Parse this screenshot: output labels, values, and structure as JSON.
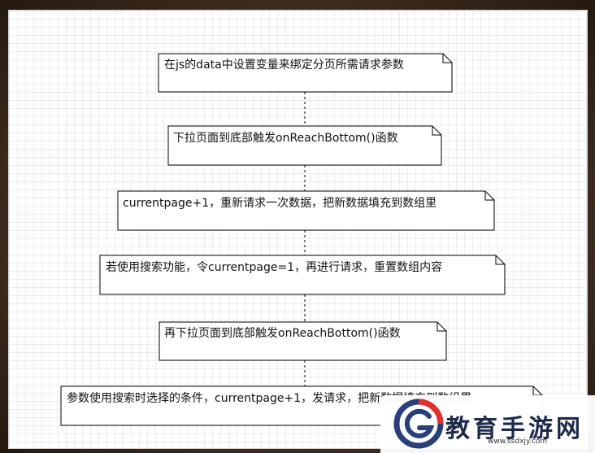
{
  "diagram": {
    "notes": [
      {
        "text": "在js的data中设置变量来绑定分页所需请求参数"
      },
      {
        "text": "下拉页面到底部触发onReachBottom()函数"
      },
      {
        "text": "currentpage+1，重新请求一次数据，把新数据填充到数组里"
      },
      {
        "text": "若使用搜索功能，令currentpage=1，再进行请求，重置数组内容"
      },
      {
        "text": "再下拉页面到底部触发onReachBottom()函数"
      },
      {
        "text": "参数使用搜索时选择的条件，currentpage+1，发请求，把新数据填充到数组里"
      }
    ]
  },
  "watermark": {
    "brand": "教育手游网",
    "url": "www.ssdxjy.com"
  },
  "colors": {
    "line": "#000000",
    "accent_red": "#e0312f",
    "accent_blue": "#2a3f7a"
  }
}
